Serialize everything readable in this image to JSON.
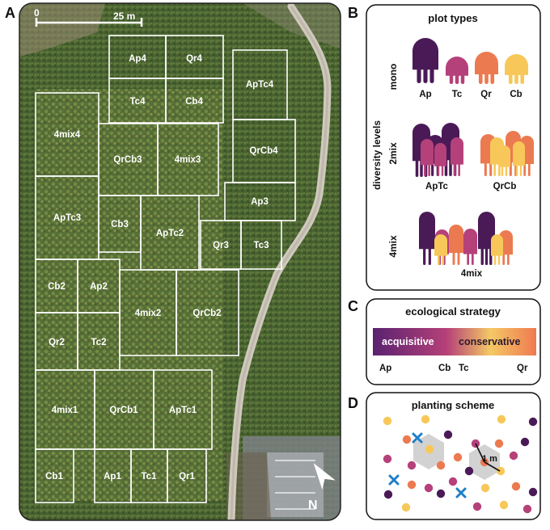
{
  "panel_letters": {
    "a": "A",
    "b": "B",
    "c": "C",
    "d": "D"
  },
  "scale_bar": {
    "start": "0",
    "end": "25 m"
  },
  "north_label": "N",
  "plots": [
    {
      "id": "Ap4",
      "label": "Ap4"
    },
    {
      "id": "Qr4",
      "label": "Qr4"
    },
    {
      "id": "Tc4",
      "label": "Tc4"
    },
    {
      "id": "Cb4",
      "label": "Cb4"
    },
    {
      "id": "ApTc4",
      "label": "ApTc4"
    },
    {
      "id": "4mix4",
      "label": "4mix4"
    },
    {
      "id": "QrCb3",
      "label": "QrCb3"
    },
    {
      "id": "4mix3",
      "label": "4mix3"
    },
    {
      "id": "QrCb4",
      "label": "QrCb4"
    },
    {
      "id": "ApTc3",
      "label": "ApTc3"
    },
    {
      "id": "Cb3",
      "label": "Cb3"
    },
    {
      "id": "ApTc2",
      "label": "ApTc2"
    },
    {
      "id": "Ap3",
      "label": "Ap3"
    },
    {
      "id": "Qr3",
      "label": "Qr3"
    },
    {
      "id": "Tc3",
      "label": "Tc3"
    },
    {
      "id": "Cb2",
      "label": "Cb2"
    },
    {
      "id": "Ap2",
      "label": "Ap2"
    },
    {
      "id": "4mix2",
      "label": "4mix2"
    },
    {
      "id": "QrCb2",
      "label": "QrCb2"
    },
    {
      "id": "Qr2",
      "label": "Qr2"
    },
    {
      "id": "Tc2",
      "label": "Tc2"
    },
    {
      "id": "4mix1",
      "label": "4mix1"
    },
    {
      "id": "QrCb1",
      "label": "QrCb1"
    },
    {
      "id": "ApTc1",
      "label": "ApTc1"
    },
    {
      "id": "Cb1",
      "label": "Cb1"
    },
    {
      "id": "Ap1",
      "label": "Ap1"
    },
    {
      "id": "Tc1",
      "label": "Tc1"
    },
    {
      "id": "Qr1",
      "label": "Qr1"
    }
  ],
  "panel_b": {
    "title": "plot types",
    "side_label": "diversity levels",
    "levels": {
      "mono": "mono",
      "twomix": "2mix",
      "fourmix": "4mix"
    },
    "species": {
      "ap": "Ap",
      "tc": "Tc",
      "qr": "Qr",
      "cb": "Cb"
    },
    "mixes": {
      "aptc": "ApTc",
      "qrcb": "QrCb",
      "fourmix": "4mix"
    }
  },
  "panel_c": {
    "title": "ecological strategy",
    "bar_left": "acquisitive",
    "bar_right": "conservative",
    "ticks": [
      "Ap",
      "Cb",
      "Tc",
      "Qr"
    ]
  },
  "panel_d": {
    "title": "planting scheme",
    "distance_label": "1 m"
  },
  "colors": {
    "ap": "#4a1a57",
    "tc": "#b5417a",
    "qr": "#ec7a50",
    "cb": "#f7c859",
    "gradient": [
      "#5a2270",
      "#b54078",
      "#f4c865",
      "#ef7a52"
    ],
    "marker": "#1f7fc8",
    "hexagon": "#d2d2d2"
  }
}
